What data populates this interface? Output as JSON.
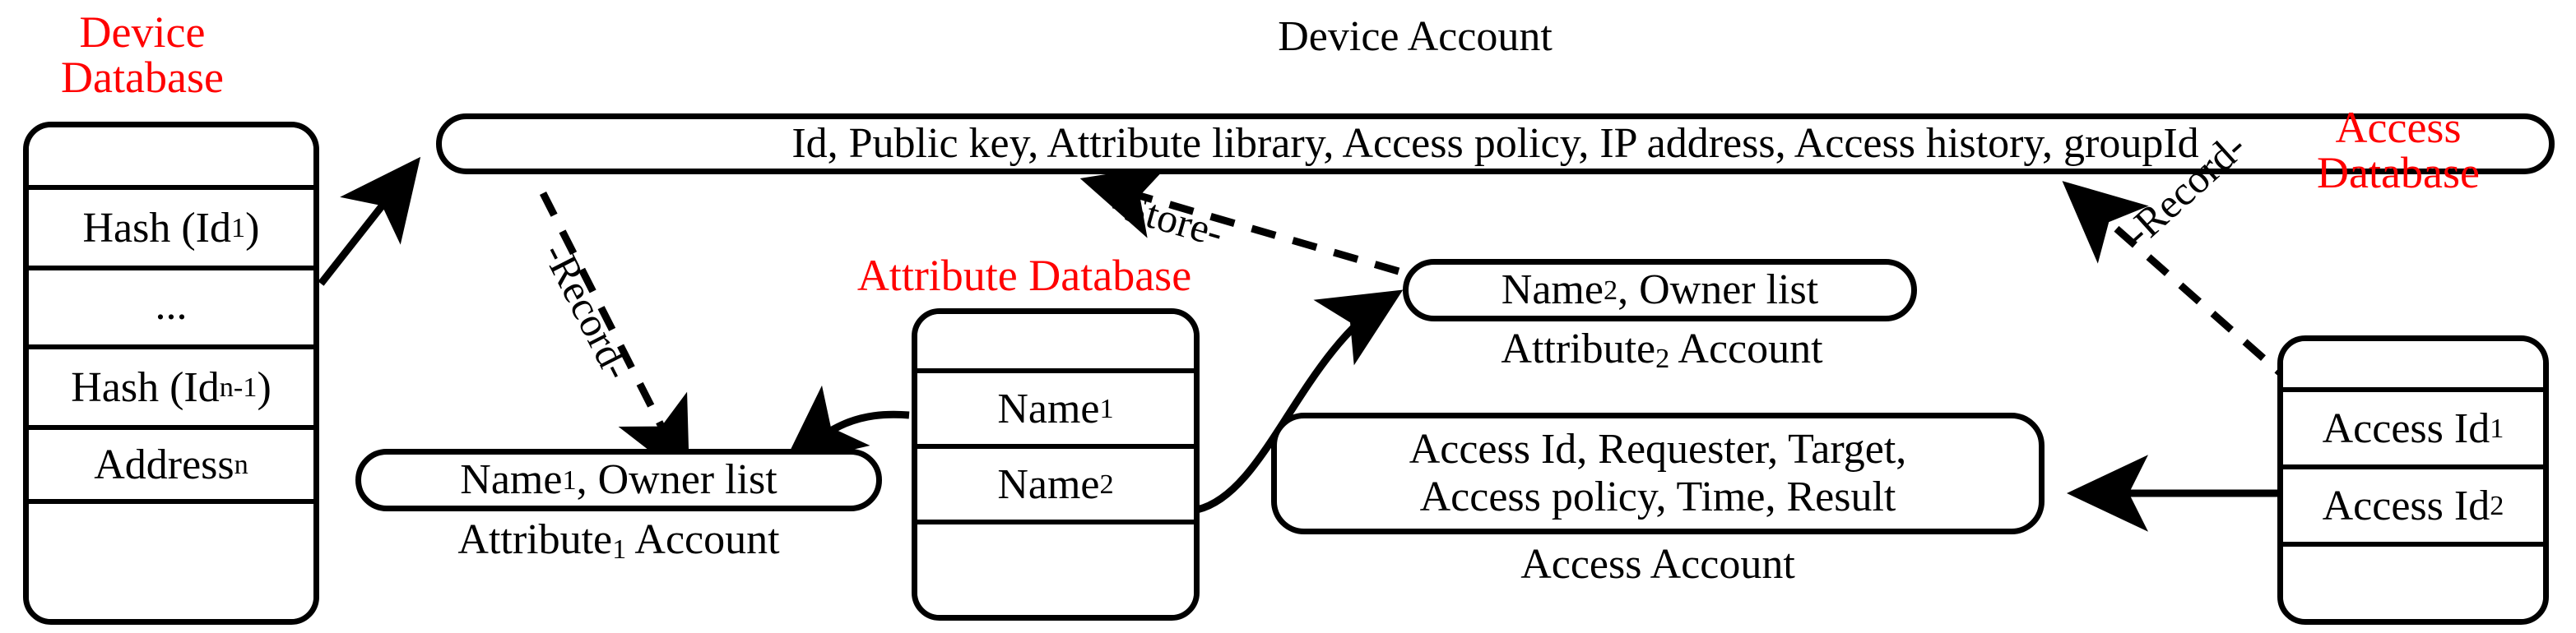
{
  "diagram": {
    "title_device_account": "Device Account",
    "colors": {
      "label_red": "#ff0000",
      "stroke_black": "#000000",
      "background": "#ffffff"
    },
    "device_database": {
      "label_line1": "Device",
      "label_line2": "Database",
      "rows": [
        {
          "text": ""
        },
        {
          "text": "Hash (Id",
          "sub": "1",
          "tail": ")"
        },
        {
          "text": "..."
        },
        {
          "text": "Hash (Id",
          "sub": "n-1",
          "tail": ")"
        },
        {
          "text": "Address",
          "sub": "n",
          "tail": ""
        },
        {
          "text": ""
        }
      ]
    },
    "device_account": {
      "caption": "Device Account",
      "fields": "Id, Public key, Attribute library, Access policy, IP address, Access history, groupId"
    },
    "attribute_database": {
      "label_line1": "Attribute Database",
      "rows": [
        {
          "text": ""
        },
        {
          "text": "Name",
          "sub": "1",
          "tail": ""
        },
        {
          "text": "Name",
          "sub": "2",
          "tail": ""
        },
        {
          "text": ""
        }
      ]
    },
    "attribute1_account": {
      "box_text_pre": "Name",
      "box_text_sub": "1",
      "box_text_post": ", Owner list",
      "caption_pre": "Attribute",
      "caption_sub": "1",
      "caption_post": " Account"
    },
    "attribute2_account": {
      "box_text_pre": "Name",
      "box_text_sub": "2",
      "box_text_post": ", Owner list",
      "caption_pre": "Attribute",
      "caption_sub": "2",
      "caption_post": " Account"
    },
    "access_account": {
      "line1": "Access Id, Requester, Target,",
      "line2": "Access policy, Time, Result",
      "caption": "Access Account"
    },
    "access_database": {
      "label_line1": "Access",
      "label_line2": "Database",
      "rows": [
        {
          "text": ""
        },
        {
          "text": "Access Id",
          "sub": "1",
          "tail": ""
        },
        {
          "text": "Access Id",
          "sub": "2",
          "tail": ""
        },
        {
          "text": ""
        }
      ]
    },
    "edges": [
      {
        "id": "record-left",
        "label": "-Record-",
        "style": "dashed",
        "from": "device-account",
        "to": "attribute1-account"
      },
      {
        "id": "store",
        "label": "-Store-",
        "style": "dashed",
        "from": "attribute2-account",
        "to": "device-account"
      },
      {
        "id": "record-right",
        "label": "-Record-",
        "style": "dashed",
        "from": "access-database",
        "to": "device-account"
      },
      {
        "id": "devdb-to-account",
        "label": "",
        "style": "solid",
        "from": "device-database",
        "to": "device-account"
      },
      {
        "id": "attrdb-to-attr1",
        "label": "",
        "style": "solid",
        "from": "attribute-database",
        "to": "attribute1-account"
      },
      {
        "id": "attrdb-to-attr2",
        "label": "",
        "style": "solid",
        "from": "attribute-database",
        "to": "attribute2-account"
      },
      {
        "id": "accessdb-to-accessacct",
        "label": "",
        "style": "solid",
        "from": "access-database",
        "to": "access-account"
      }
    ]
  }
}
